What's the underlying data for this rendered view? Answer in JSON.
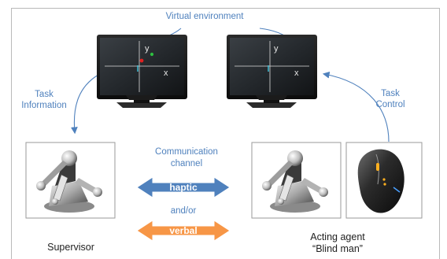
{
  "virtual_environment_label": "Virtual environment",
  "task_information": {
    "line1": "Task",
    "line2": "Information"
  },
  "task_control": {
    "line1": "Task",
    "line2": "Control"
  },
  "communication": {
    "line1": "Communication",
    "line2": "channel"
  },
  "haptic_label": "haptic",
  "and_or_label": "and/or",
  "verbal_label": "verbal",
  "supervisor_label": "Supervisor",
  "acting_agent": {
    "line1": "Acting agent",
    "line2": "“Blind man”"
  },
  "monitor_axis": {
    "x": "x",
    "y": "y"
  },
  "colors": {
    "accent_blue": "#4f81bd",
    "haptic_arrow": "#4f81bd",
    "verbal_arrow": "#f79646",
    "target_red": "#e02020",
    "target_green": "#2ec040",
    "cursor_cyan": "#40c8e0"
  },
  "icons": [
    "monitor-icon",
    "haptic-device-icon",
    "mouse-icon"
  ]
}
